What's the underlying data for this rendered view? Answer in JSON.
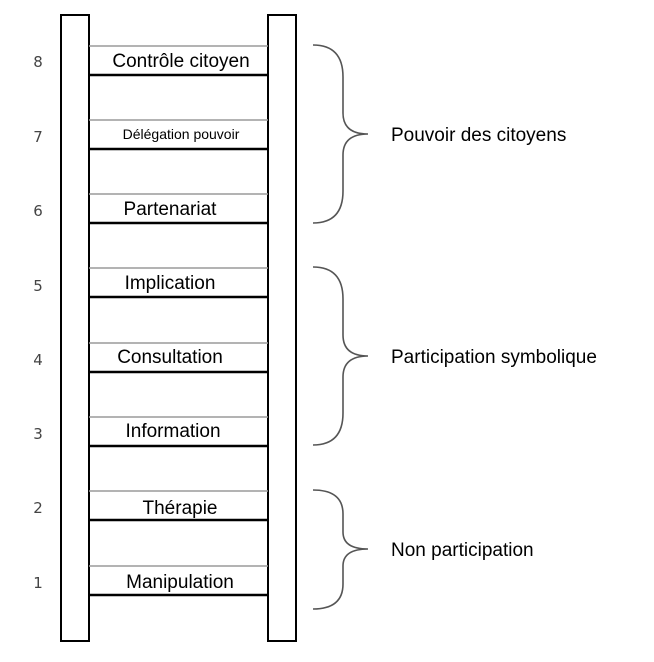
{
  "rungs": [
    {
      "number": "8",
      "label": "Contrôle citoyen"
    },
    {
      "number": "7",
      "label": "Délégation pouvoir"
    },
    {
      "number": "6",
      "label": "Partenariat"
    },
    {
      "number": "5",
      "label": "Implication"
    },
    {
      "number": "4",
      "label": "Consultation"
    },
    {
      "number": "3",
      "label": "Information"
    },
    {
      "number": "2",
      "label": "Thérapie"
    },
    {
      "number": "1",
      "label": "Manipulation"
    }
  ],
  "groups": [
    {
      "label": "Pouvoir des citoyens",
      "rungs": [
        "8",
        "7",
        "6"
      ]
    },
    {
      "label": "Participation symbolique",
      "rungs": [
        "5",
        "4",
        "3"
      ]
    },
    {
      "label": "Non participation",
      "rungs": [
        "2",
        "1"
      ]
    }
  ],
  "colors": {
    "line": "#000000",
    "rung_top_line": "#9a9a9a",
    "number_text": "#444444"
  }
}
